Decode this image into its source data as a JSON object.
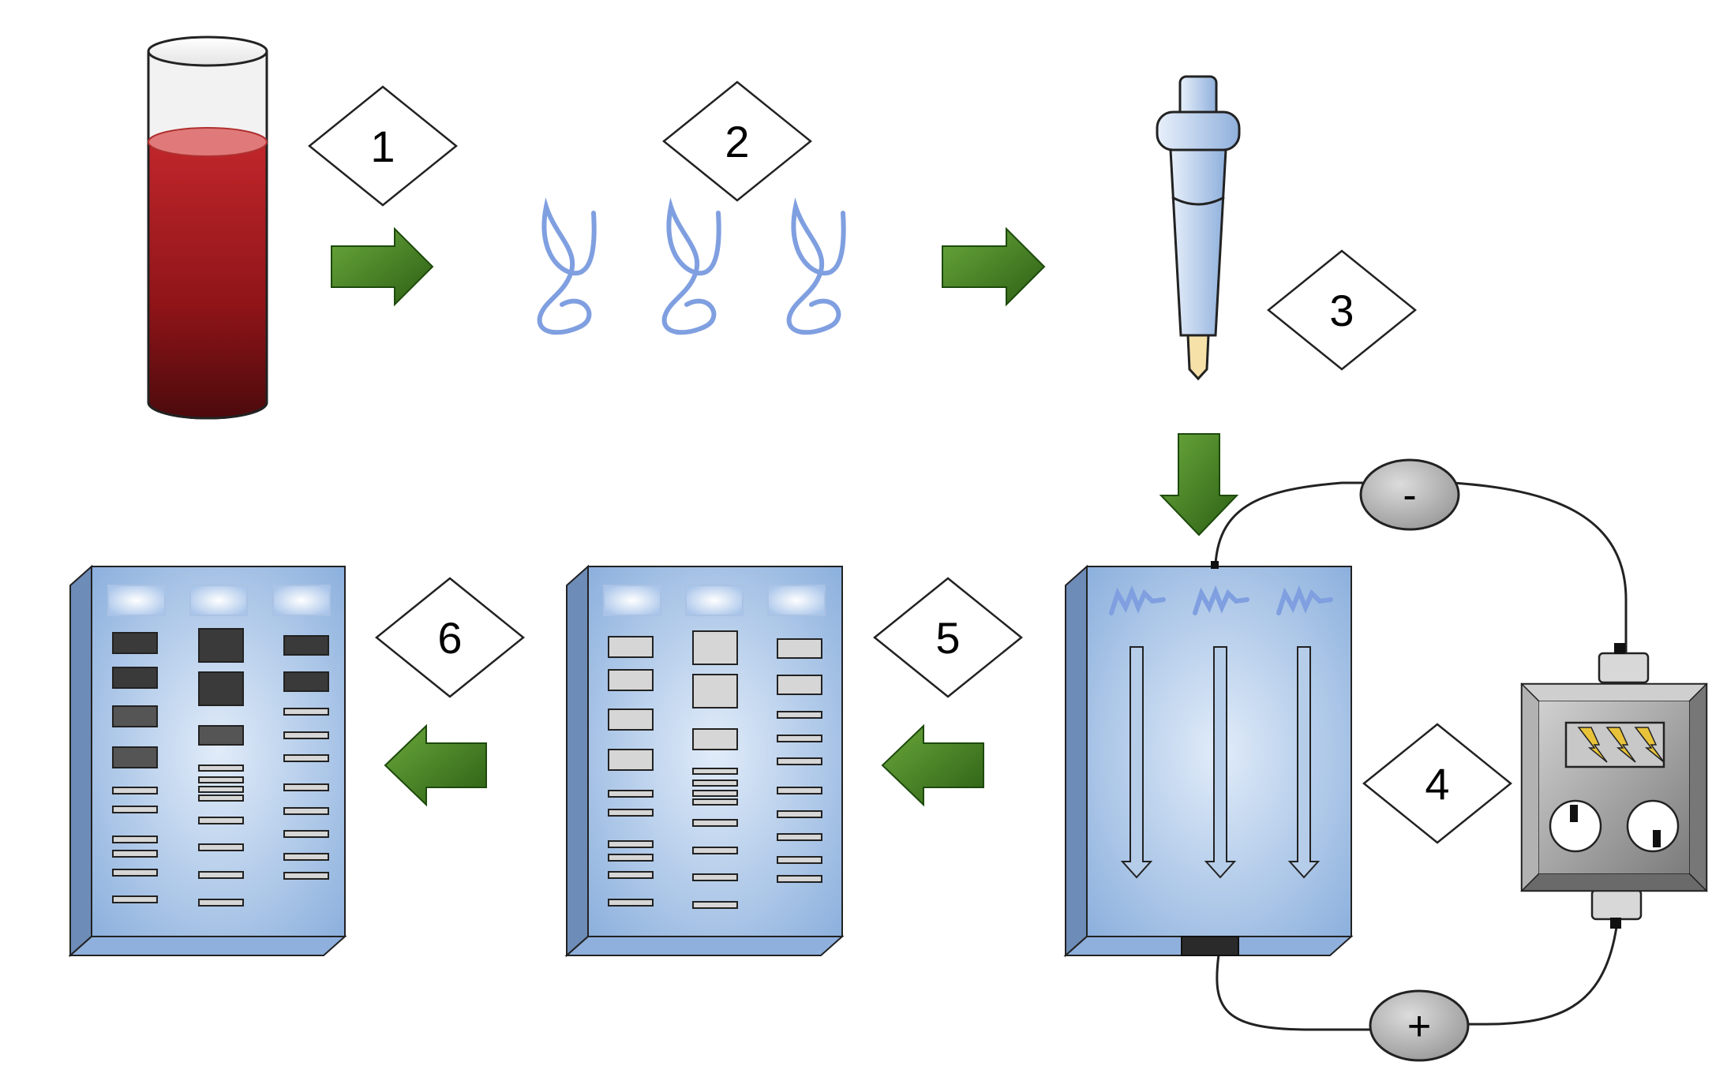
{
  "steps": [
    {
      "number": "1",
      "stage": "blood-sample"
    },
    {
      "number": "2",
      "stage": "dna-extraction"
    },
    {
      "number": "3",
      "stage": "pipette-loading"
    },
    {
      "number": "4",
      "stage": "electrophoresis"
    },
    {
      "number": "5",
      "stage": "stained-gel"
    },
    {
      "number": "6",
      "stage": "developed-gel"
    }
  ],
  "electrodes": {
    "negative": "-",
    "positive": "+"
  },
  "colors": {
    "blood": "#a4171c",
    "dna": "#7f9fe0",
    "arrow": "#3f7a1f",
    "gel": "#a7c5ea",
    "gel_edge": "#5e7ea8",
    "band_light": "#d6d6d6",
    "band_dark": "#333333",
    "power_supply": "#9a9a9a",
    "lightning": "#e8c33a"
  },
  "icons": [
    "test-tube-icon",
    "dna-strand-icon",
    "pipette-icon",
    "gel-box-icon",
    "power-supply-icon",
    "lightning-icon",
    "knob-icon",
    "arrow-icon"
  ]
}
